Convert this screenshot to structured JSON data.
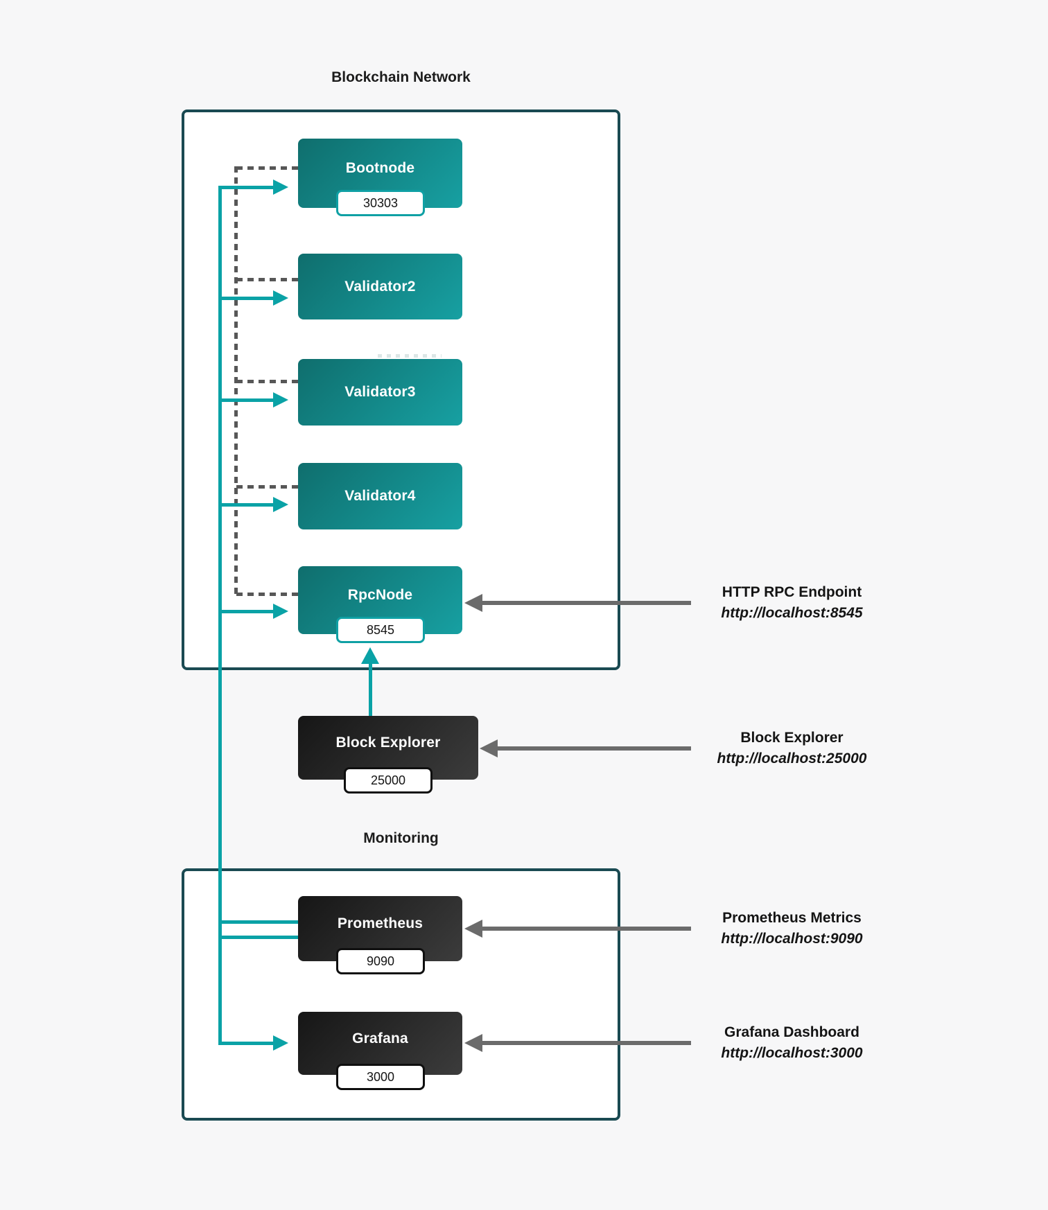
{
  "groups": {
    "blockchain": {
      "title": "Blockchain Network"
    },
    "monitoring": {
      "title": "Monitoring"
    }
  },
  "nodes": {
    "bootnode": {
      "label": "Bootnode",
      "port": "30303"
    },
    "validator2": {
      "label": "Validator2"
    },
    "validator3": {
      "label": "Validator3"
    },
    "validator4": {
      "label": "Validator4"
    },
    "rpcnode": {
      "label": "RpcNode",
      "port": "8545"
    },
    "block_explorer": {
      "label": "Block Explorer",
      "port": "25000"
    },
    "prometheus": {
      "label": "Prometheus",
      "port": "9090"
    },
    "grafana": {
      "label": "Grafana",
      "port": "3000"
    }
  },
  "annotations": [
    {
      "title": "HTTP RPC Endpoint",
      "url": "http://localhost:8545"
    },
    {
      "title": "Block Explorer",
      "url": "http://localhost:25000"
    },
    {
      "title": "Prometheus Metrics",
      "url": "http://localhost:9090"
    },
    {
      "title": "Grafana Dashboard",
      "url": "http://localhost:3000"
    }
  ],
  "colors": {
    "teal_accent": "#0aa2a6",
    "container_border": "#1a4a52",
    "teal_node_gradient_start": "#0f6e6d",
    "teal_node_gradient_end": "#17a0a2",
    "dark_node_gradient_start": "#161616",
    "dark_node_gradient_end": "#3c3c3c",
    "dashed_line": "#575757",
    "gray_arrow": "#6b6b6b",
    "background": "#f7f7f8"
  }
}
